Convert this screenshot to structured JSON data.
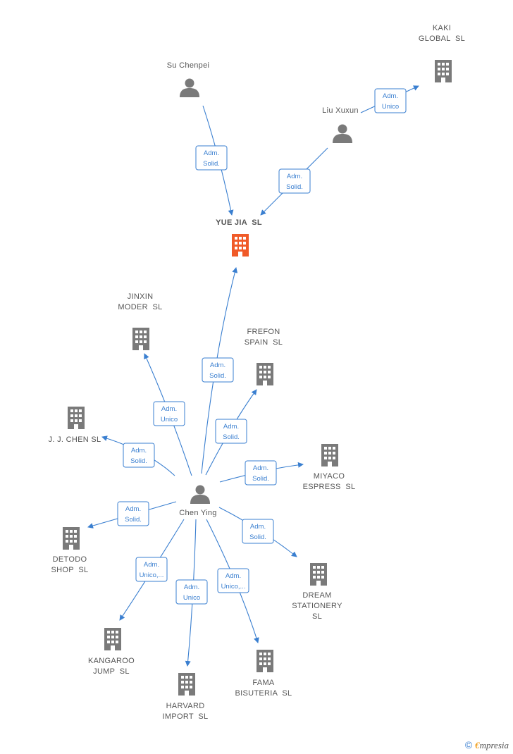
{
  "colors": {
    "edge": "#3a7fd0",
    "node": "#7a7a7a",
    "focus": "#f05a28"
  },
  "nodes": [
    {
      "id": "su",
      "type": "person",
      "lines": [
        "Su Chenpei"
      ]
    },
    {
      "id": "liu",
      "type": "person",
      "lines": [
        "Liu Xuxun"
      ]
    },
    {
      "id": "chen",
      "type": "person",
      "lines": [
        "Chen Ying"
      ]
    },
    {
      "id": "kaki",
      "type": "company",
      "lines": [
        "KAKI",
        "GLOBAL  SL"
      ]
    },
    {
      "id": "yue",
      "type": "company",
      "focus": true,
      "lines": [
        "YUE JIA  SL"
      ]
    },
    {
      "id": "jinxin",
      "type": "company",
      "lines": [
        "JINXIN",
        "MODER  SL"
      ]
    },
    {
      "id": "frefon",
      "type": "company",
      "lines": [
        "FREFON",
        "SPAIN  SL"
      ]
    },
    {
      "id": "jjchen",
      "type": "company",
      "lines": [
        "J. J. CHEN SL"
      ]
    },
    {
      "id": "miyaco",
      "type": "company",
      "lines": [
        "MIYACO",
        "ESPRESS  SL"
      ]
    },
    {
      "id": "detodo",
      "type": "company",
      "lines": [
        "DETODO",
        "SHOP  SL"
      ]
    },
    {
      "id": "dream",
      "type": "company",
      "lines": [
        "DREAM",
        "STATIONERY",
        "SL"
      ]
    },
    {
      "id": "kangaroo",
      "type": "company",
      "lines": [
        "KANGAROO",
        "JUMP  SL"
      ]
    },
    {
      "id": "harvard",
      "type": "company",
      "lines": [
        "HARVARD",
        "IMPORT  SL"
      ]
    },
    {
      "id": "fama",
      "type": "company",
      "lines": [
        "FAMA",
        "BISUTERIA  SL"
      ]
    }
  ],
  "edges": [
    {
      "from": "su",
      "to": "yue",
      "lines": [
        "Adm.",
        "Solid."
      ]
    },
    {
      "from": "liu",
      "to": "yue",
      "lines": [
        "Adm.",
        "Solid."
      ]
    },
    {
      "from": "liu",
      "to": "kaki",
      "lines": [
        "Adm.",
        "Unico"
      ]
    },
    {
      "from": "chen",
      "to": "yue",
      "lines": [
        "Adm.",
        "Solid."
      ]
    },
    {
      "from": "chen",
      "to": "jinxin",
      "lines": [
        "Adm.",
        "Unico"
      ]
    },
    {
      "from": "chen",
      "to": "frefon",
      "lines": [
        "Adm.",
        "Solid."
      ]
    },
    {
      "from": "chen",
      "to": "jjchen",
      "lines": [
        "Adm.",
        "Solid."
      ]
    },
    {
      "from": "chen",
      "to": "miyaco",
      "lines": [
        "Adm.",
        "Solid."
      ]
    },
    {
      "from": "chen",
      "to": "detodo",
      "lines": [
        "Adm.",
        "Solid."
      ]
    },
    {
      "from": "chen",
      "to": "dream",
      "lines": [
        "Adm.",
        "Solid."
      ]
    },
    {
      "from": "chen",
      "to": "kangaroo",
      "lines": [
        "Adm.",
        "Unico,..."
      ]
    },
    {
      "from": "chen",
      "to": "harvard",
      "lines": [
        "Adm.",
        "Unico"
      ]
    },
    {
      "from": "chen",
      "to": "fama",
      "lines": [
        "Adm.",
        "Unico,..."
      ]
    }
  ],
  "footer": {
    "symbol": "©",
    "brand_first": "€",
    "brand_rest": "mpresia"
  }
}
